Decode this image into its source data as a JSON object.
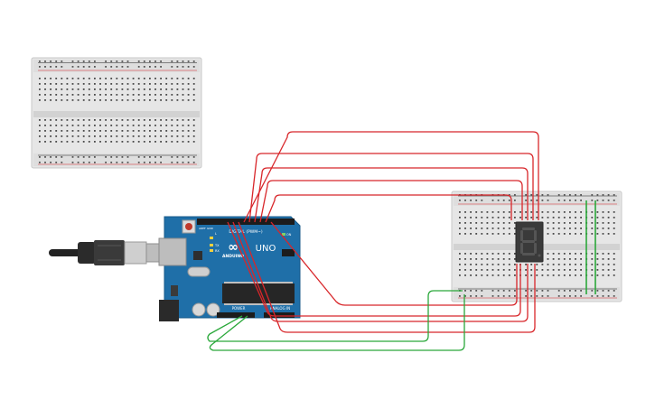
{
  "arduino": {
    "brand": "ANDUINO",
    "model": "UNO",
    "digital_label": "DIGITAL (PWM~)",
    "analog_label": "ANALOG IN",
    "power_label": "POWER",
    "logo_label": "∞",
    "pin_label_aref": "AREF",
    "pin_label_gnd": "GND",
    "pin_label_tx": "TX",
    "pin_label_rx": "RX",
    "pin_label_on": "ON",
    "pin_label_l": "L"
  },
  "display": {
    "digit": "8"
  },
  "colors": {
    "board_blue": "#1f6fa8",
    "wire_red": "#d8262a",
    "wire_green": "#2aa83a",
    "breadboard": "#e8e8e8",
    "display_body": "#3a3a3a",
    "segment_off": "#4b4b4b"
  }
}
